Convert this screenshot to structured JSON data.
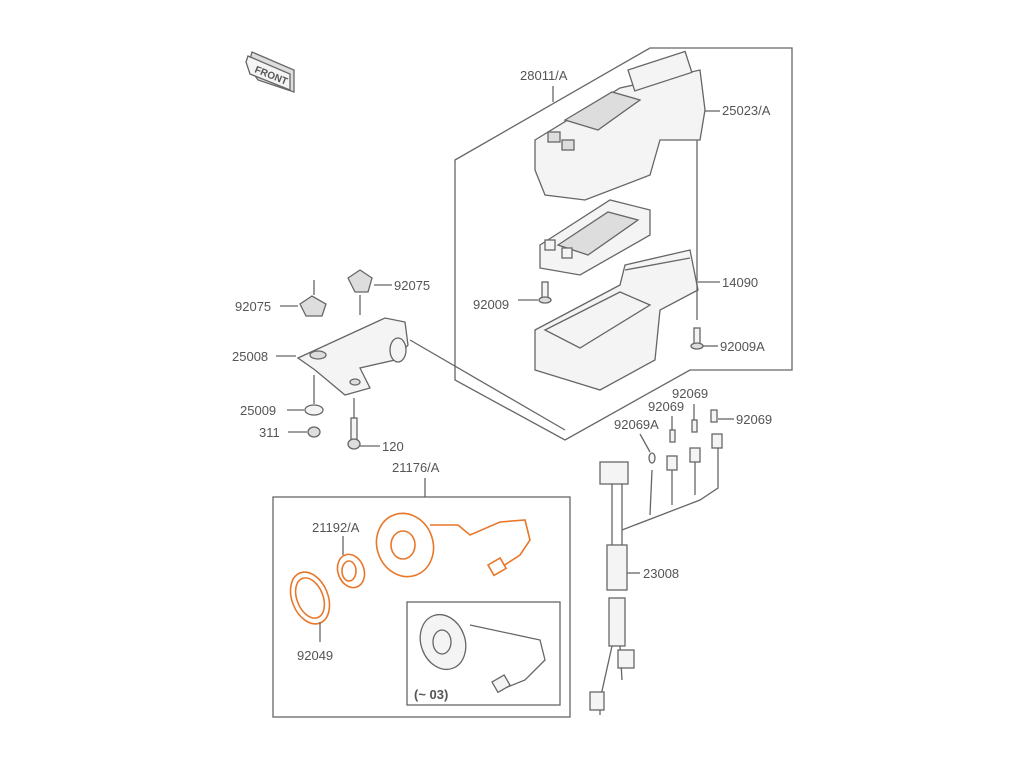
{
  "logo": {
    "text": "FRONT"
  },
  "labels": {
    "meter_assy": "28011/A",
    "cover": "25023/A",
    "case": "14090",
    "screw_left": "92009",
    "screw_right": "92009A",
    "damper_right": "92075",
    "damper_left": "92075",
    "bracket": "25008",
    "washer": "25009",
    "nut": "311",
    "bolt": "120",
    "bulb_a": "92069A",
    "bulb_1": "92069",
    "bulb_2": "92069",
    "bulb_3": "92069",
    "harness": "23008",
    "sensor_assy": "21176/A",
    "ring_nut": "21192/A",
    "oring": "92049",
    "variant_note": "(~ 03)"
  },
  "colors": {
    "highlight": "#e8772a",
    "line": "#666666"
  }
}
